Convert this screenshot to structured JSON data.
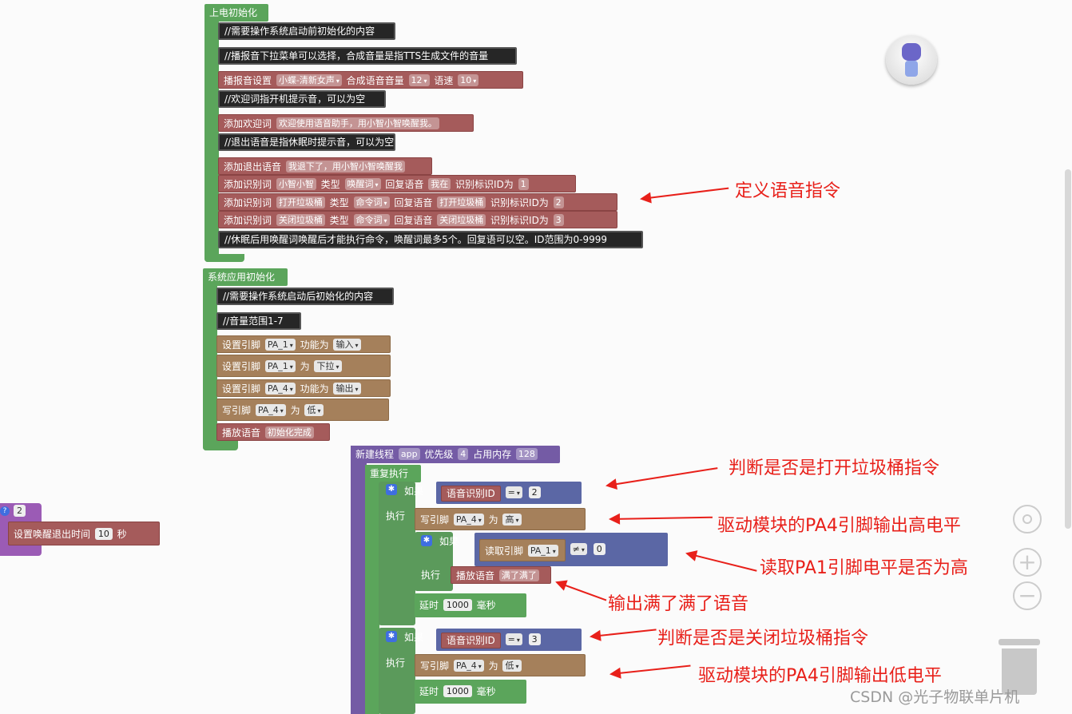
{
  "boot": {
    "hat": "上电初始化",
    "c1": "//需要操作系统启动前初始化的内容",
    "c2": "//播报音下拉菜单可以选择，合成音量是指TTS生成文件的音量",
    "voice_label": "播报音设置",
    "voice_value": "小蝶-清新女声",
    "vol_label": "合成语音音量",
    "vol_value": "12",
    "speed_label": "语速",
    "speed_value": "10",
    "c3": "//欢迎词指开机提示音，可以为空",
    "welcome_label": "添加欢迎词",
    "welcome_value": "欢迎使用语音助手，用小智小智唤醒我。",
    "c4": "//退出语音是指休眠时提示音，可以为空",
    "exit_label": "添加退出语音",
    "exit_value": "我退下了，用小智小智唤醒我",
    "cmds": [
      {
        "label": "添加识别词",
        "word": "小智小智",
        "type_label": "类型",
        "type": "唤醒词",
        "reply_label": "回复语音",
        "reply": "我在",
        "id_label": "识别标识ID为",
        "id": "1"
      },
      {
        "label": "添加识别词",
        "word": "打开垃圾桶",
        "type_label": "类型",
        "type": "命令词",
        "reply_label": "回复语音",
        "reply": "打开垃圾桶",
        "id_label": "识别标识ID为",
        "id": "2"
      },
      {
        "label": "添加识别词",
        "word": "关闭垃圾桶",
        "type_label": "类型",
        "type": "命令词",
        "reply_label": "回复语音",
        "reply": "关闭垃圾桶",
        "id_label": "识别标识ID为",
        "id": "3"
      }
    ],
    "c5": "//休眠后用唤醒词唤醒后才能执行命令，唤醒词最多5个。回复语可以空。ID范围为0-9999"
  },
  "app": {
    "hat": "系统应用初始化",
    "c1": "//需要操作系统启动后初始化的内容",
    "c2": "//音量范围1-7",
    "pin1_label": "设置引脚",
    "pin1": "PA_1",
    "func_label": "功能为",
    "func1": "输入",
    "pin2_label": "设置引脚",
    "pin2": "PA_1",
    "as_label": "为",
    "pull": "下拉",
    "pin3_label": "设置引脚",
    "pin3": "PA_4",
    "func3": "输出",
    "write_label": "写引脚",
    "write_pin": "PA_4",
    "write_val": "低",
    "play_label": "播放语音",
    "play_value": "初始化完成"
  },
  "thread": {
    "label": "新建线程",
    "name": "app",
    "prio_label": "优先级",
    "prio": "4",
    "mem_label": "占用内存",
    "mem": "128",
    "loop": "重复执行",
    "if": "如果",
    "do": "执行",
    "rec_id": "语音识别ID",
    "eq": "=",
    "id_open": "2",
    "id_close": "3",
    "write": "写引脚",
    "pa4": "PA_4",
    "as": "为",
    "high": "高",
    "low": "低",
    "read": "读取引脚",
    "pa1": "PA_1",
    "neq": "≠",
    "zero": "0",
    "play": "播放语音",
    "full": "满了满了",
    "delay": "延时",
    "ms_val": "1000",
    "ms": "毫秒"
  },
  "left": {
    "badge": "2",
    "label": "设置唤醒退出时间",
    "value": "10",
    "unit": "秒"
  },
  "annotations": {
    "a1": "定义语音指令",
    "a2": "判断是否是打开垃圾桶指令",
    "a3": "驱动模块的PA4引脚输出高电平",
    "a4": "读取PA1引脚电平是否为高",
    "a5": "输出满了满了语音",
    "a6": "判断是否是关闭垃圾桶指令",
    "a7": "驱动模块的PA4引脚输出低电平"
  },
  "zoom": {
    "plus": "+",
    "minus": "−"
  },
  "watermark": "CSDN @光子物联单片机"
}
